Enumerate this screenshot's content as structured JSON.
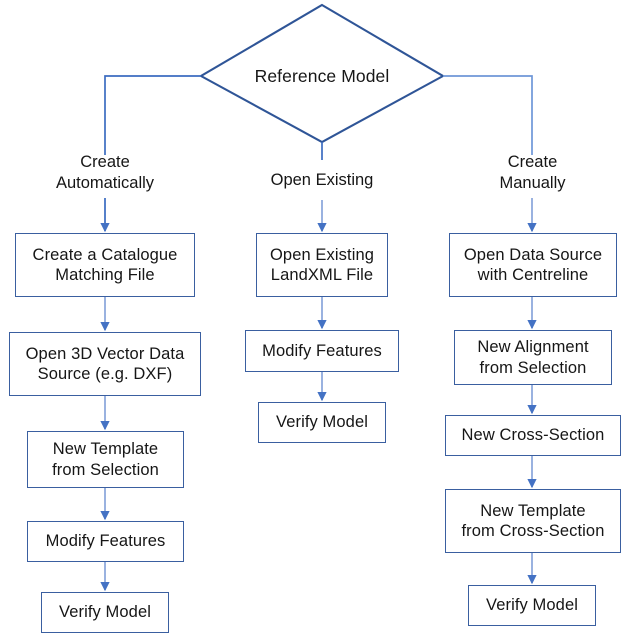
{
  "diagram": {
    "title": "Reference Model workflow flowchart",
    "colors": {
      "node_border": "#3A5FA0",
      "decision_border": "#2F5597",
      "connector": "#4472C4",
      "connector_light": "#8FAADC",
      "text": "#161616",
      "background": "#FFFFFF"
    },
    "decision": {
      "label": "Reference Model",
      "shape": "diamond"
    },
    "branches": [
      {
        "id": "left",
        "label": "Create\nAutomatically",
        "steps": [
          {
            "id": "l1",
            "label": "Create a Catalogue\nMatching File"
          },
          {
            "id": "l2",
            "label": "Open 3D Vector Data\nSource (e.g. DXF)"
          },
          {
            "id": "l3",
            "label": "New Template\nfrom Selection"
          },
          {
            "id": "l4",
            "label": "Modify Features"
          },
          {
            "id": "l5",
            "label": "Verify Model"
          }
        ]
      },
      {
        "id": "middle",
        "label": "Open Existing",
        "steps": [
          {
            "id": "m1",
            "label": "Open Existing\nLandXML File"
          },
          {
            "id": "m2",
            "label": "Modify Features"
          },
          {
            "id": "m3",
            "label": "Verify Model"
          }
        ]
      },
      {
        "id": "right",
        "label": "Create\nManually",
        "steps": [
          {
            "id": "r1",
            "label": "Open Data Source\nwith Centreline"
          },
          {
            "id": "r2",
            "label": "New Alignment\nfrom Selection"
          },
          {
            "id": "r3",
            "label": "New Cross-Section"
          },
          {
            "id": "r4",
            "label": "New Template\nfrom Cross-Section"
          },
          {
            "id": "r5",
            "label": "Verify Model"
          }
        ]
      }
    ]
  }
}
